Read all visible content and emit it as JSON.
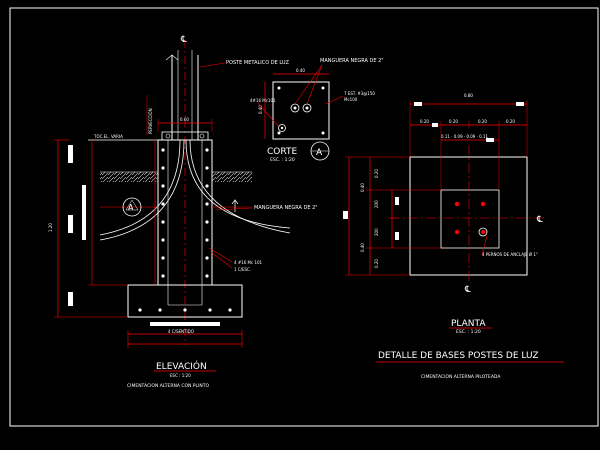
{
  "colors": {
    "background": "#000000",
    "frame": "#ffffff",
    "outline": "#ffffff",
    "dimension": "#ff0000",
    "text": "#ffffff",
    "leader": "#ff0000",
    "hatch": "#c8c8c8"
  },
  "elevation": {
    "title": "ELEVACIÓN",
    "scale": "ESC : 1:20",
    "subtitle": "CIMENTACION ALTERNA CON PLINTO",
    "centerline": "℄",
    "labels": {
      "poste": "POSTE METALICO DE LUZ",
      "manguera_top": "MANGUERA NEGRA DE 2\"",
      "manguera_mid": "MANGUERA NEGRA DE 2\"",
      "toc": "TOC.EL. VARIA",
      "grava": "PERVECCIÓN",
      "varillas": "4 #16 Mc 101",
      "estribos": "1 C/ESC.",
      "sentido": "4 C/SENTIDO",
      "dim_top": "0.60",
      "dim_height": "1.20"
    }
  },
  "corte": {
    "title": "CORTE",
    "symbol": "A",
    "scale": "ESC. : 1:20",
    "labels": {
      "dim_w": "0.40",
      "dim_h": "0.40",
      "bars": "4#16 Mc101",
      "estribos": "7 EST. #3@150",
      "mark": "Mc100"
    }
  },
  "planta": {
    "title": "PLANTA",
    "scale": "ESC. : 1:20",
    "main_title": "DETALLE DE BASES POSTES DE LUZ",
    "subtitle": "CIMENTACION ALTERNA PILOTEADA",
    "centerline": "℄",
    "labels": {
      "dim_total": "0.80",
      "dim_a": "0.20",
      "dim_b": "0.20",
      "dim_c": "0.20",
      "dim_d": "0.20",
      "dim_inner": "0.11 · 0.09 · 0.09 · 0.11",
      "side_a": "0.20",
      "side_b": "0.40",
      "side_c": "200",
      "side_d": "200",
      "side_e": "0.40",
      "side_f": "0.20",
      "pernos": "4 PERNOS DE ANCLAJE Ø 1\""
    }
  }
}
